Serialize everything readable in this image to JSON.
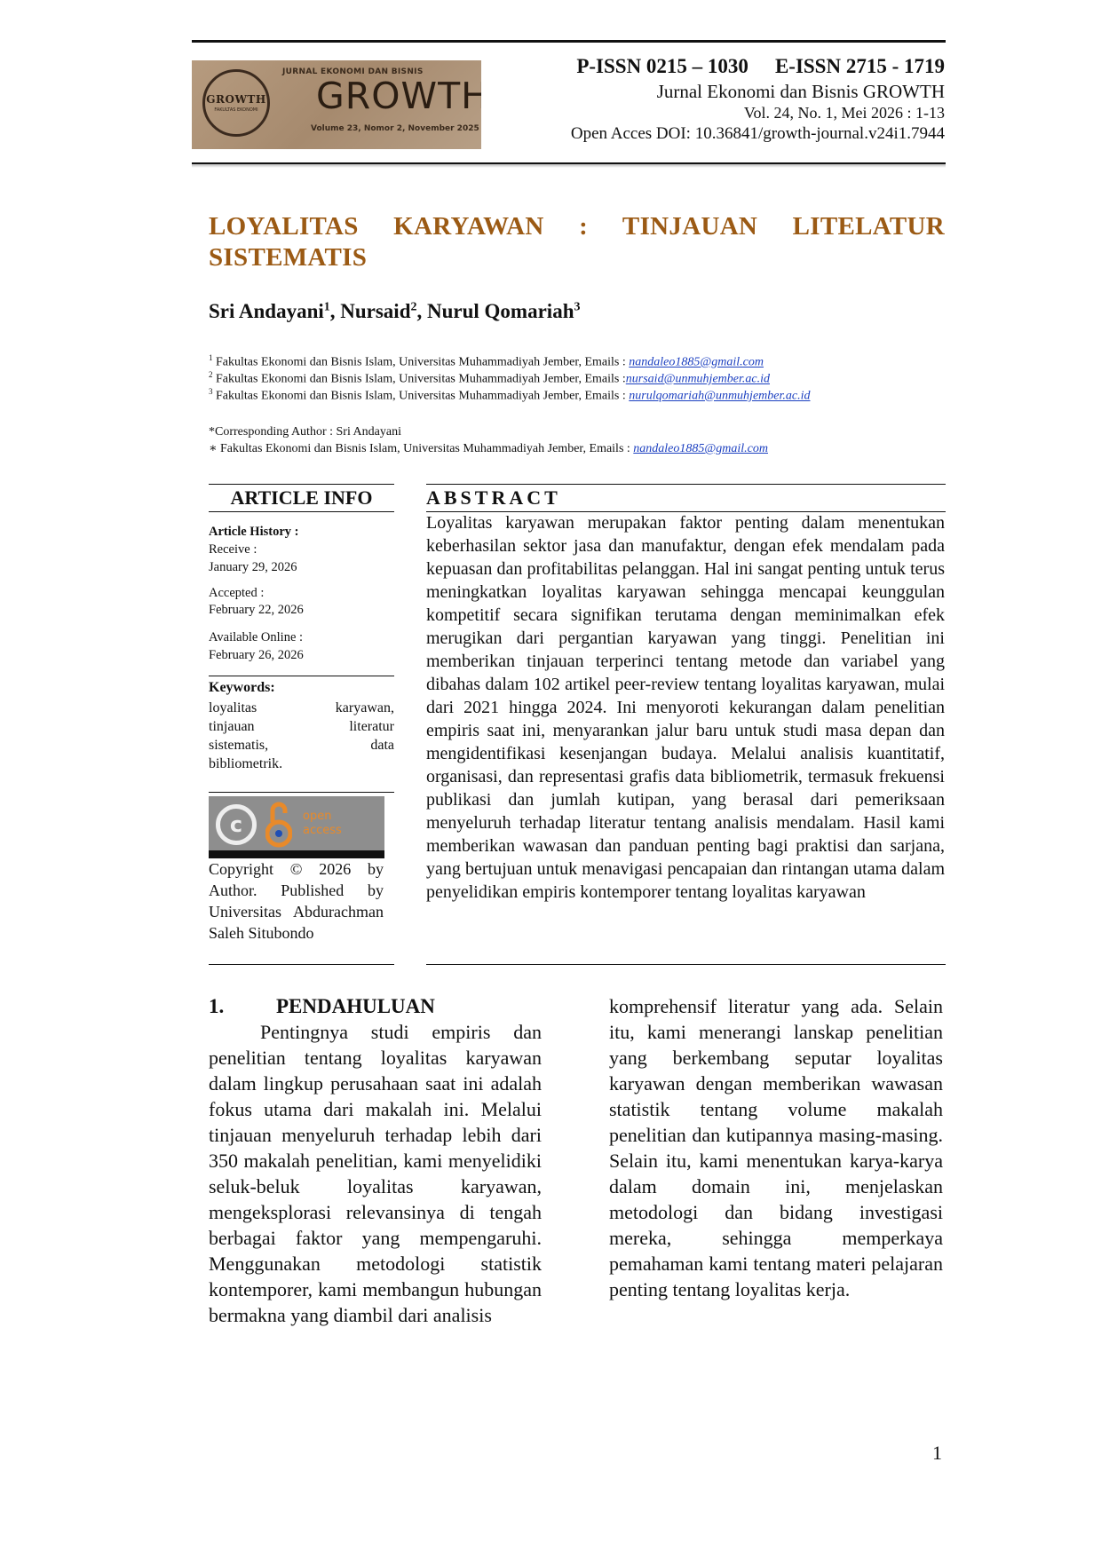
{
  "header": {
    "logo": {
      "kicker": "JURNAL EKONOMI DAN BISNIS",
      "word": "GROWTH",
      "seal_word": "GROWTH",
      "seal_sub": "FAKULTAS EKONOMI",
      "issue": "Volume 23, Nomor 2, November 2025"
    },
    "p_issn": "P-ISSN 0215 – 1030",
    "e_issn": "E-ISSN 2715 - 1719",
    "journal_name": "Jurnal Ekonomi dan Bisnis GROWTH",
    "volume": "Vol. 24, No. 1, Mei 2026 : 1-13",
    "doi": "Open Acces DOI: 10.36841/growth-journal.v24i1.7944"
  },
  "title": {
    "line1": "LOYALITAS KARYAWAN : TINJAUAN LITELATUR",
    "line2": "SISTEMATIS"
  },
  "authors": [
    {
      "name": "Sri Andayani",
      "sup": "1"
    },
    {
      "name": "Nursaid",
      "sup": "2"
    },
    {
      "name": "Nurul Qomariah",
      "sup": "3"
    }
  ],
  "affiliations": [
    {
      "sup": "1",
      "text": "Fakultas Ekonomi dan Bisnis Islam, Universitas Muhammadiyah Jember, Emails : ",
      "email": "nandaleo1885@gmail.com"
    },
    {
      "sup": "2",
      "text": "Fakultas Ekonomi dan Bisnis Islam, Universitas Muhammadiyah Jember, Emails :",
      "email": "nursaid@unmuhjember.ac.id"
    },
    {
      "sup": "3",
      "text": "Fakultas Ekonomi dan Bisnis Islam, Universitas Muhammadiyah Jember, Emails : ",
      "email": "nurulqomariah@unmuhjember.ac.id"
    }
  ],
  "corresponding": {
    "line1": "*Corresponding Author : Sri Andayani",
    "line2_text": "∗ Fakultas Ekonomi dan Bisnis Islam, Universitas Muhammadiyah Jember, Emails : ",
    "line2_email": "nandaleo1885@gmail.com"
  },
  "article_info": {
    "heading": "ARTICLE INFO",
    "history_label": "Article History :",
    "receive_label": "Receive :",
    "receive_date": "January 29, 2026",
    "accepted_label": "Accepted :",
    "accepted_date": "February 22, 2026",
    "online_label": "Available Online :",
    "online_date": "February 26, 2026",
    "keywords_label": "Keywords:",
    "keywords_lines": [
      "loyalitas karyawan,",
      "tinjauan literatur",
      "sistematis, data",
      "bibliometrik."
    ],
    "oa_label_1": "open",
    "oa_label_2": "access",
    "cc_letter": "c",
    "copyright": "Copyright © 2026 by Author. Published by Universitas Abdurachman Saleh Situbondo"
  },
  "abstract": {
    "heading": "ABSTRACT",
    "text": "Loyalitas karyawan merupakan faktor penting dalam menentukan keberhasilan sektor jasa dan manufaktur, dengan efek mendalam pada kepuasan dan profitabilitas pelanggan. Hal ini sangat penting untuk terus meningkatkan loyalitas karyawan sehingga mencapai keunggulan kompetitif secara signifikan terutama dengan meminimalkan efek merugikan dari pergantian karyawan yang tinggi. Penelitian ini memberikan tinjauan terperinci tentang metode dan variabel yang dibahas dalam 102 artikel peer-review tentang loyalitas karyawan, mulai dari 2021 hingga 2024. Ini menyoroti kekurangan dalam penelitian empiris saat ini, menyarankan jalur baru untuk studi masa depan dan mengidentifikasi kesenjangan budaya. Melalui analisis kuantitatif, organisasi, dan representasi grafis data bibliometrik, termasuk frekuensi publikasi dan jumlah kutipan, yang berasal dari pemeriksaan menyeluruh terhadap literatur tentang analisis mendalam. Hasil kami memberikan wawasan dan panduan penting bagi praktisi dan sarjana, yang bertujuan untuk menavigasi pencapaian dan rintangan utama dalam penyelidikan empiris kontemporer tentang loyalitas karyawan"
  },
  "body": {
    "section_number": "1.",
    "section_title": "PENDAHULUAN",
    "left": "Pentingnya studi empiris dan penelitian tentang loyalitas karyawan dalam lingkup perusahaan saat ini adalah fokus utama dari makalah ini. Melalui tinjauan menyeluruh terhadap lebih dari 350 makalah penelitian, kami menyelidiki seluk-beluk loyalitas karyawan, mengeksplorasi relevansinya di tengah berbagai faktor yang mempengaruhi. Menggunakan metodologi statistik kontemporer, kami membangun hubungan bermakna yang diambil dari analisis",
    "right": "komprehensif literatur yang ada. Selain itu, kami menerangi lanskap penelitian yang berkembang seputar loyalitas karyawan dengan memberikan wawasan statistik tentang volume makalah penelitian dan kutipannya masing-masing. Selain itu, kami menentukan karya-karya dalam domain ini, menjelaskan metodologi dan bidang investigasi mereka, sehingga memperkaya pemahaman kami tentang materi pelajaran penting tentang loyalitas kerja."
  },
  "page_number": "1"
}
